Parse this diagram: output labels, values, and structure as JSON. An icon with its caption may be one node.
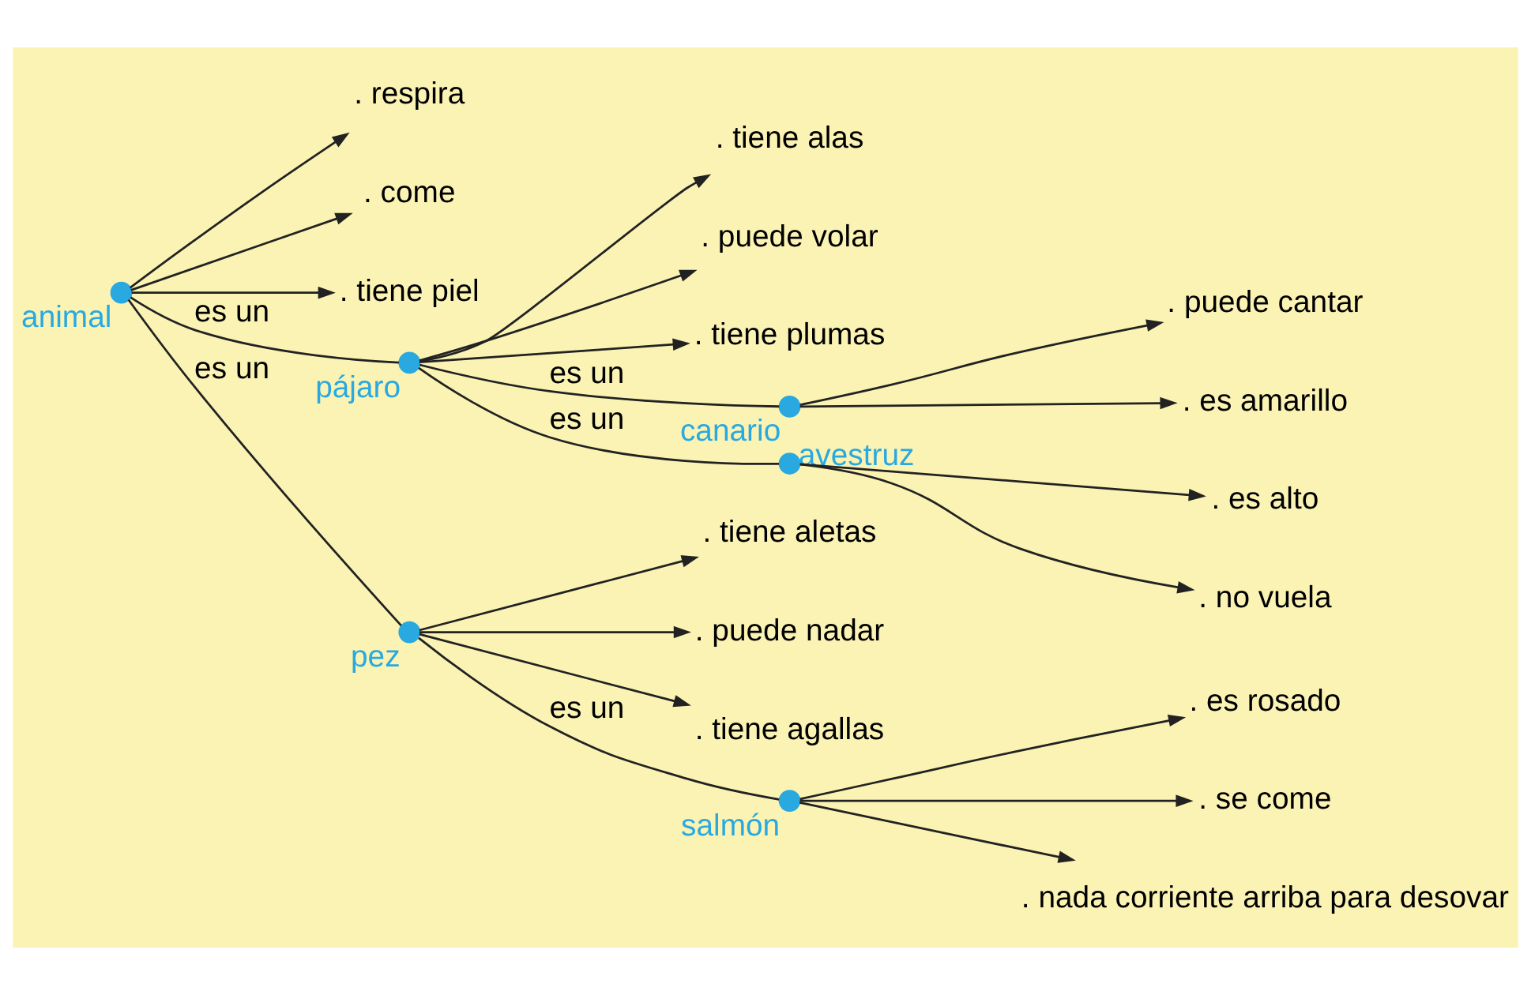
{
  "diagram": {
    "nodes": [
      {
        "text": [],
        "shape": "circle",
        "beside": [
          "animal"
        ]
      },
      {
        "text": [
          ". respira"
        ]
      },
      {
        "text": [
          ". come"
        ]
      },
      {
        "text": [
          ". tiene piel"
        ]
      },
      {
        "text": [],
        "shape": "circle",
        "beside": [
          "pájaro"
        ]
      },
      {
        "text": [
          ". tiene alas"
        ]
      },
      {
        "text": [
          ". puede volar"
        ]
      },
      {
        "text": [
          ". tiene plumas"
        ]
      },
      {
        "text": [],
        "shape": "circle",
        "beside": [
          "pez"
        ]
      },
      {
        "text": [
          ". tiene aletas"
        ]
      },
      {
        "text": [
          ". puede nadar"
        ]
      },
      {
        "text": [
          ". tiene agallas"
        ]
      },
      {
        "text": [],
        "shape": "circle",
        "beside": [
          "canario"
        ]
      },
      {
        "text": [
          ". puede cantar"
        ]
      },
      {
        "text": [
          ". es amarillo"
        ]
      },
      {
        "text": [],
        "shape": "circle",
        "beside": [
          "avestruz"
        ]
      },
      {
        "text": [
          ". es alto"
        ]
      },
      {
        "text": [
          ". no vuela"
        ]
      },
      {
        "text": [],
        "shape": "circle",
        "beside": [
          "salmón"
        ]
      },
      {
        "text": [
          ". es rosado"
        ]
      },
      {
        "text": [
          ". se come"
        ]
      },
      {
        "text": [
          ". nada corriente arriba para desovar"
        ]
      }
    ],
    "edges": [
      {
        "from": 0,
        "to": 1,
        "arrow": "to"
      },
      {
        "from": 0,
        "to": 2,
        "arrow": "to"
      },
      {
        "from": 0,
        "to": 3,
        "arrow": "to"
      },
      {
        "from": 0,
        "to": 4,
        "arrow": "none",
        "label": "es un"
      },
      {
        "from": 0,
        "to": 8,
        "arrow": "none",
        "label": "es un"
      },
      {
        "from": 4,
        "to": 5,
        "arrow": "to"
      },
      {
        "from": 4,
        "to": 6,
        "arrow": "to"
      },
      {
        "from": 4,
        "to": 7,
        "arrow": "to"
      },
      {
        "from": 8,
        "to": 9,
        "arrow": "to"
      },
      {
        "from": 8,
        "to": 10,
        "arrow": "to"
      },
      {
        "from": 8,
        "to": 11,
        "arrow": "to"
      },
      {
        "from": 4,
        "to": 12,
        "arrow": "none",
        "label": "es un"
      },
      {
        "from": 4,
        "to": 15,
        "arrow": "none",
        "label": "es un"
      },
      {
        "from": 8,
        "to": 18,
        "arrow": "none",
        "label": "es un"
      },
      {
        "from": 12,
        "to": 13,
        "arrow": "to"
      },
      {
        "from": 12,
        "to": 14,
        "arrow": "to"
      },
      {
        "from": 15,
        "to": 16,
        "arrow": "to"
      },
      {
        "from": 15,
        "to": 17,
        "arrow": "to"
      },
      {
        "from": 18,
        "to": 19,
        "arrow": "to"
      },
      {
        "from": 18,
        "to": 20,
        "arrow": "to"
      },
      {
        "from": 18,
        "to": 21,
        "arrow": "to"
      }
    ]
  }
}
